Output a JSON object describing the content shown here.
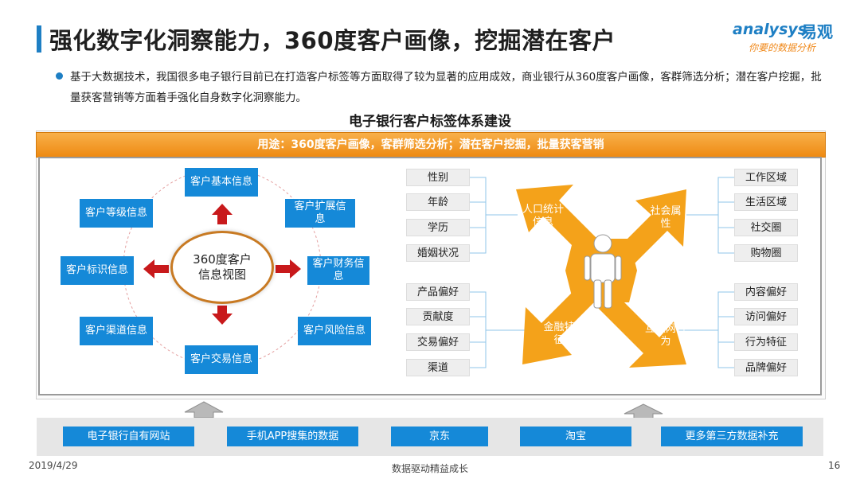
{
  "header": {
    "title": "强化数字化洞察能力，360度客户画像，挖掘潜在客户",
    "logo_en": "analysys",
    "logo_cn": "易观",
    "slogan": "你要的数据分析"
  },
  "bullet_text": "基于大数据技术，我国很多电子银行目前已在打造客户标签等方面取得了较为显著的应用成效，商业银行从360度客户画像，客群筛选分析；潜在客户挖掘，批量获客营销等方面着手强化自身数字化洞察能力。",
  "diagram": {
    "title": "电子银行客户标签体系建设",
    "usage": "用途：360度客户画像，客群筛选分析；潜在客户挖掘，批量获客营销",
    "center": "360度客户信息视图",
    "info_boxes": [
      "客户基本信息",
      "客户扩展信息",
      "客户财务信息",
      "客户风险信息",
      "客户交易信息",
      "客户渠道信息",
      "客户标识信息",
      "客户等级信息"
    ],
    "left_tags_top": [
      "性别",
      "年龄",
      "学历",
      "婚姻状况"
    ],
    "left_tags_bottom": [
      "产品偏好",
      "贡献度",
      "交易偏好",
      "渠道"
    ],
    "right_tags_top": [
      "工作区域",
      "生活区域",
      "社交圈",
      "购物圈"
    ],
    "right_tags_bottom": [
      "内容偏好",
      "访问偏好",
      "行为特征",
      "品牌偏好"
    ],
    "arrow_labels": [
      "人口统计信息",
      "社会属性",
      "金融特征",
      "互联网行为"
    ],
    "colors": {
      "blue": "#1589d8",
      "orange": "#f4a21a",
      "red": "#c8191b"
    }
  },
  "sources": [
    "电子银行自有网站",
    "手机APP搜集的数据",
    "京东",
    "淘宝",
    "更多第三方数据补充"
  ],
  "footer": {
    "date": "2019/4/29",
    "center": "数据驱动精益成长",
    "page": "16"
  }
}
